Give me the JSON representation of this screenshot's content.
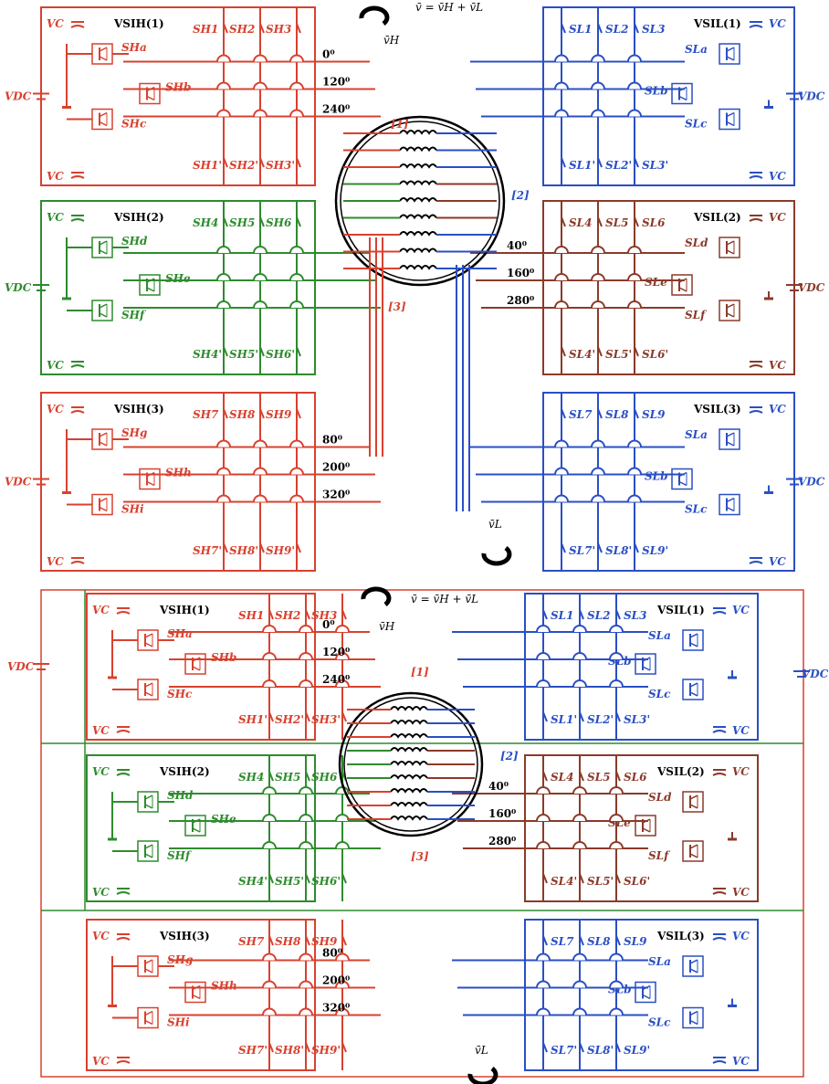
{
  "colors": {
    "red": "#d8412f",
    "green": "#2e8b2e",
    "blue": "#2a4fc4",
    "brown": "#8b3a2a",
    "black": "#000000"
  },
  "equation": "v̄ = v̄H + v̄L",
  "vH": "v̄H",
  "vL": "v̄L",
  "nodes": [
    "[1]",
    "[2]",
    "[3]"
  ],
  "vdc": "VDC",
  "vc": "VC",
  "left": [
    {
      "title": "VSIH(1)",
      "sw": [
        "SH1",
        "SH2",
        "SH3"
      ],
      "swb": [
        "SH1'",
        "SH2'",
        "SH3'"
      ],
      "legs": [
        "SHa",
        "SHb",
        "SHc"
      ],
      "angles": [
        "0⁰",
        "120⁰",
        "240⁰"
      ]
    },
    {
      "title": "VSIH(2)",
      "sw": [
        "SH4",
        "SH5",
        "SH6"
      ],
      "swb": [
        "SH4'",
        "SH5'",
        "SH6'"
      ],
      "legs": [
        "SHd",
        "SHe",
        "SHf"
      ],
      "angles": [
        "",
        "",
        ""
      ]
    },
    {
      "title": "VSIH(3)",
      "sw": [
        "SH7",
        "SH8",
        "SH9"
      ],
      "swb": [
        "SH7'",
        "SH8'",
        "SH9'"
      ],
      "legs": [
        "SHg",
        "SHh",
        "SHi"
      ],
      "angles": [
        "80⁰",
        "200⁰",
        "320⁰"
      ]
    }
  ],
  "right": [
    {
      "title": "VSIL(1)",
      "sw": [
        "SL1",
        "SL2",
        "SL3"
      ],
      "swb": [
        "SL1'",
        "SL2'",
        "SL3'"
      ],
      "legs": [
        "SLa",
        "SLb",
        "SLc"
      ],
      "angles": [
        "",
        "",
        ""
      ]
    },
    {
      "title": "VSIL(2)",
      "sw": [
        "SL4",
        "SL5",
        "SL6"
      ],
      "swb": [
        "SL4'",
        "SL5'",
        "SL6'"
      ],
      "legs": [
        "SLd",
        "SLe",
        "SLf"
      ],
      "angles": [
        "40⁰",
        "160⁰",
        "280⁰"
      ]
    },
    {
      "title": "VSIL(3)",
      "sw": [
        "SL7",
        "SL8",
        "SL9"
      ],
      "swb": [
        "SL7'",
        "SL8'",
        "SL9'"
      ],
      "legs": [
        "SLa",
        "SLb",
        "SLc"
      ],
      "angles": [
        "",
        "",
        ""
      ]
    }
  ]
}
